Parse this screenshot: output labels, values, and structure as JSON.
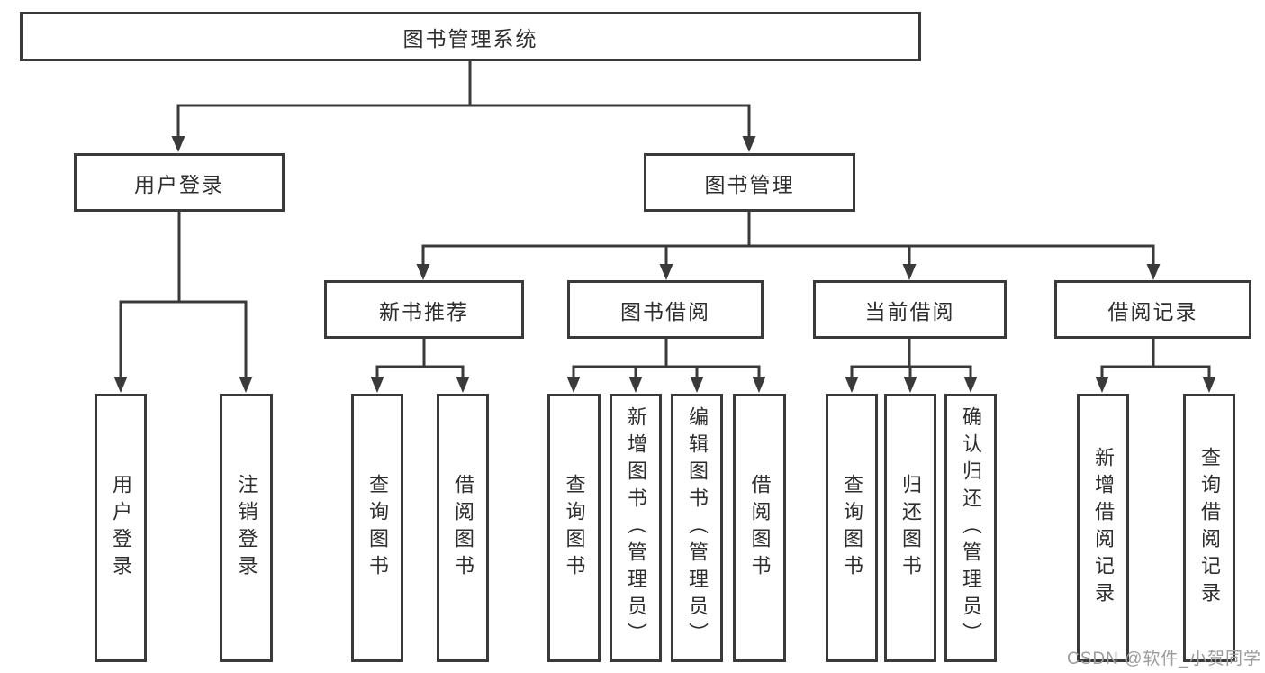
{
  "diagram": {
    "nodes": {
      "root": "图书管理系统",
      "user_login": "用户登录",
      "book_management": "图书管理",
      "new_book_recommend": "新书推荐",
      "book_borrow": "图书借阅",
      "current_borrow": "当前借阅",
      "borrow_records": "借阅记录",
      "leaf_user_login": "用户登录",
      "leaf_logout": "注销登录",
      "recommend_query_books": "查询图书",
      "recommend_borrow_books": "借阅图书",
      "borrow_query_books": "查询图书",
      "borrow_add_books_admin": "新增图书（管理员）",
      "borrow_edit_books_admin": "编辑图书（管理员）",
      "borrow_borrow_books": "借阅图书",
      "current_query_books": "查询图书",
      "current_return_books": "归还图书",
      "current_confirm_return_admin": "确认归还（管理员）",
      "records_add_record": "新增借阅记录",
      "records_query_record": "查询借阅记录"
    },
    "watermark": "CSDN @软件_小贺同学",
    "colors": {
      "line": "#3a3a3a",
      "text": "#2e2e2e",
      "background": "#ffffff",
      "watermark": "#9c9c9c"
    }
  }
}
